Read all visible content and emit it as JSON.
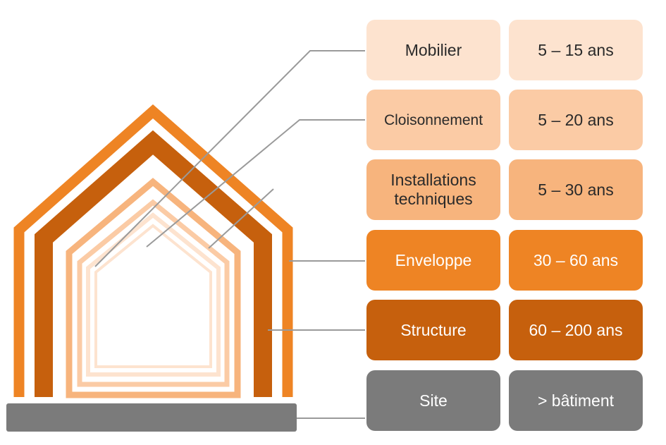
{
  "layers": [
    {
      "name": "Mobilier",
      "lifespan": "5 – 15 ans",
      "color": "#fde3cf"
    },
    {
      "name": "Cloisonnement",
      "lifespan": "5 – 20 ans",
      "color": "#fbcba5"
    },
    {
      "name": "Installations techniques",
      "lifespan": "5 – 30 ans",
      "color": "#f7b47d"
    },
    {
      "name": "Enveloppe",
      "lifespan": "30 – 60 ans",
      "color": "#ee8424"
    },
    {
      "name": "Structure",
      "lifespan": "60 – 200 ans",
      "color": "#c6600d"
    },
    {
      "name": "Site",
      "lifespan": "> bâtiment",
      "color": "#7b7b7b"
    }
  ],
  "leader_line_color": "#9a9a9a"
}
